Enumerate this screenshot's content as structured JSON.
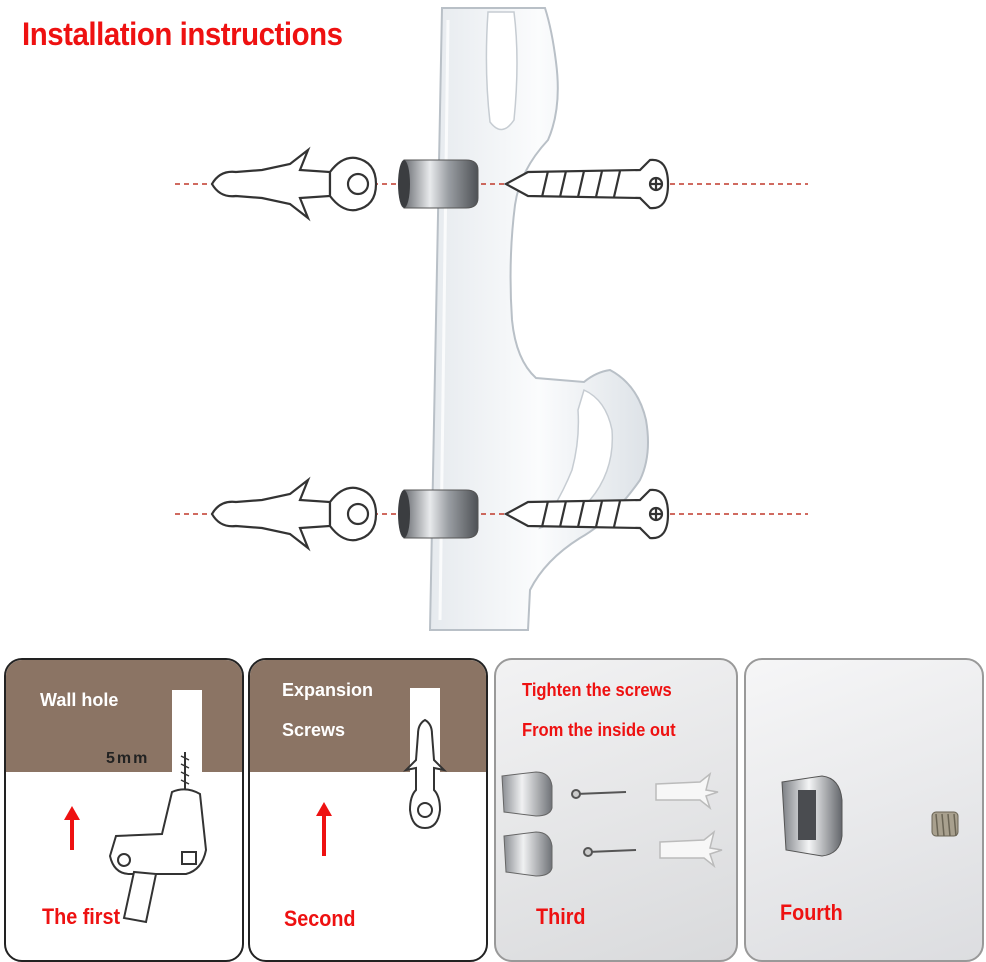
{
  "title": "Installation instructions",
  "steps": [
    {
      "label": "The first",
      "wall_label": "Wall hole",
      "size_label": "5mm"
    },
    {
      "label": "Second",
      "wall_label_1": "Expansion",
      "wall_label_2": "Screws"
    },
    {
      "label": "Third",
      "note_1": "Tighten the screws",
      "note_2": "From the inside out"
    },
    {
      "label": "Fourth"
    }
  ],
  "colors": {
    "title": "#ee1111",
    "wall": "#8b7464",
    "guide_line": "#c0392b",
    "arrow": "#ee1111"
  }
}
